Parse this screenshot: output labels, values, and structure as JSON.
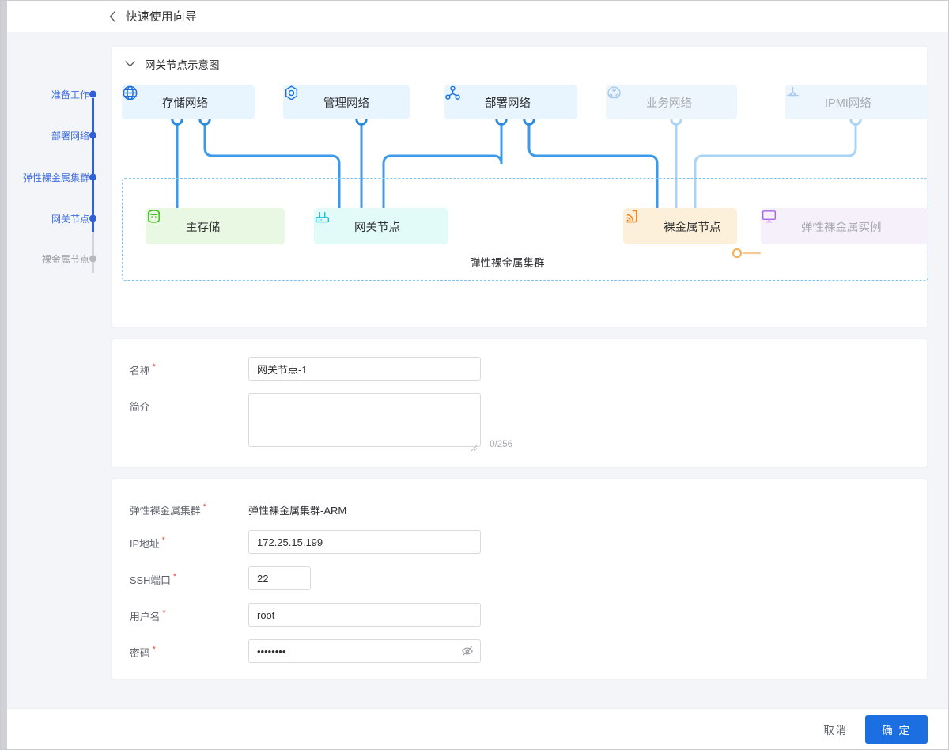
{
  "header": {
    "back_icon": "chevron-left-icon",
    "title": "快速使用向导"
  },
  "steps": [
    {
      "label": "准备工作",
      "state": "done"
    },
    {
      "label": "部署网络",
      "state": "done"
    },
    {
      "label": "弹性裸金属集群",
      "state": "done"
    },
    {
      "label": "网关节点",
      "state": "current"
    },
    {
      "label": "裸金属节点",
      "state": "pending"
    }
  ],
  "diagram": {
    "collapse_icon": "chevron-down-icon",
    "title": "网关节点示意图",
    "networks": [
      {
        "label": "存储网络",
        "icon": "globe-icon",
        "active": true
      },
      {
        "label": "管理网络",
        "icon": "hexagon-target-icon",
        "active": true
      },
      {
        "label": "部署网络",
        "icon": "network-nodes-icon",
        "active": true
      },
      {
        "label": "业务网络",
        "icon": "cluster-circle-icon",
        "active": false
      },
      {
        "label": "IPMI网络",
        "icon": "ipmi-port-icon",
        "active": false
      }
    ],
    "cluster_label": "弹性裸金属集群",
    "nodes": [
      {
        "label": "主存储",
        "icon": "database-icon",
        "kind": "storage"
      },
      {
        "label": "网关节点",
        "icon": "router-icon",
        "kind": "gateway"
      },
      {
        "label": "裸金属节点",
        "icon": "signal-broadcast-icon",
        "kind": "baremetal"
      },
      {
        "label": "弹性裸金属实例",
        "icon": "monitor-icon",
        "kind": "instance"
      }
    ]
  },
  "form_basic": {
    "name_label": "名称",
    "name_value": "网关节点-1",
    "desc_label": "简介",
    "desc_value": "",
    "desc_counter": "0/256"
  },
  "form_conn": {
    "cluster_label": "弹性裸金属集群",
    "cluster_value": "弹性裸金属集群-ARM",
    "ip_label": "IP地址",
    "ip_value": "172.25.15.199",
    "port_label": "SSH端口",
    "port_value": "22",
    "user_label": "用户名",
    "user_value": "root",
    "password_label": "密码",
    "password_value": "••••••••",
    "password_toggle_icon": "eye-slash-icon"
  },
  "footer": {
    "cancel_label": "取消",
    "confirm_label": "确 定"
  },
  "colors": {
    "primary": "#1b6fe0",
    "step_active": "#2f5fd8",
    "step_inactive": "#b6b9bf",
    "link_blue": "#3d9ae8",
    "link_blue_dim": "#a9d4f4",
    "storage_green": "#52c41a",
    "gateway_cyan": "#17c8e0",
    "baremetal_orange": "#fa8c16",
    "baremetal_orange_dim": "#fcc98b",
    "instance_purple": "#a964e8",
    "required_red": "#e04a3f"
  }
}
